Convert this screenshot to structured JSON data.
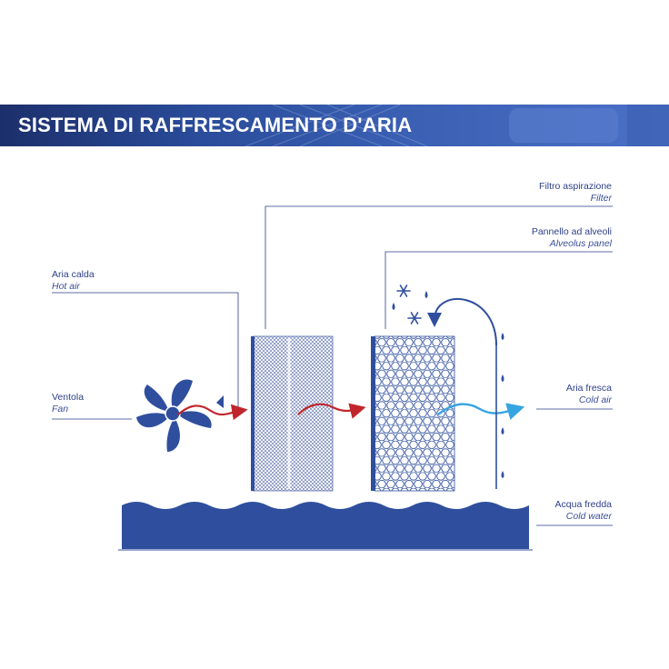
{
  "header": {
    "title": "SISTEMA DI RAFFRESCAMENTO D'ARIA"
  },
  "labels": {
    "filter": {
      "it": "Filtro aspirazione",
      "en": "Filter"
    },
    "panel": {
      "it": "Pannello ad alveoli",
      "en": "Alveolus panel"
    },
    "hot_air": {
      "it": "Aria calda",
      "en": "Hot air"
    },
    "fan": {
      "it": "Ventola",
      "en": "Fan"
    },
    "cold_air": {
      "it": "Aria fresca",
      "en": "Cold air"
    },
    "cold_water": {
      "it": "Acqua fredda",
      "en": "Cold water"
    }
  },
  "colors": {
    "primary": "#2f4f9e",
    "line": "#2d3f87",
    "hot_arrow": "#c0262c",
    "cold_arrow": "#36a4e0"
  }
}
